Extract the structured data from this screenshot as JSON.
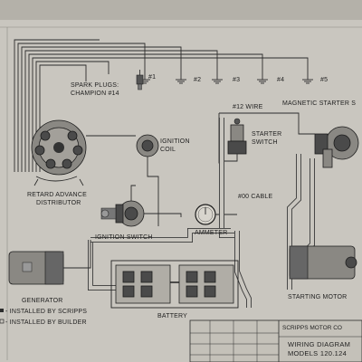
{
  "diagram": {
    "labels": {
      "spark_plugs": "SPARK PLUGS:",
      "champion": "CHAMPION #14",
      "plug_1": "#1",
      "plug_2": "#2",
      "plug_3": "#3",
      "plug_4": "#4",
      "plug_5": "#5",
      "wire_12": "#12 WIRE",
      "magnetic_starter": "MAGNETIC STARTER S",
      "ignition_coil_1": "IGNITION",
      "ignition_coil_2": "COIL",
      "starter_switch_1": "STARTER",
      "starter_switch_2": "SWITCH",
      "distributor_1": "RETARD ADVANCE",
      "distributor_2": "DISTRIBUTOR",
      "cable_00": "#00 CABLE",
      "ammeter": "AMMETER",
      "ignition_switch": "IGNITION SWITCH",
      "generator": "GENERATOR",
      "starting_motor": "STARTING MOTOR",
      "battery": "BATTERY",
      "legend_scripps": "- INSTALLED BY SCRIPPS",
      "legend_builder": "- INSTALLED BY BUILDER"
    },
    "title_block": {
      "company": "SCRIPPS MOTOR CO",
      "title": "WIRING DIAGRAM",
      "models": "MODELS 120.124"
    },
    "colors": {
      "paper": "#c9c6bf",
      "ink": "#2c2c2c",
      "frame": "#a9a69f"
    }
  }
}
